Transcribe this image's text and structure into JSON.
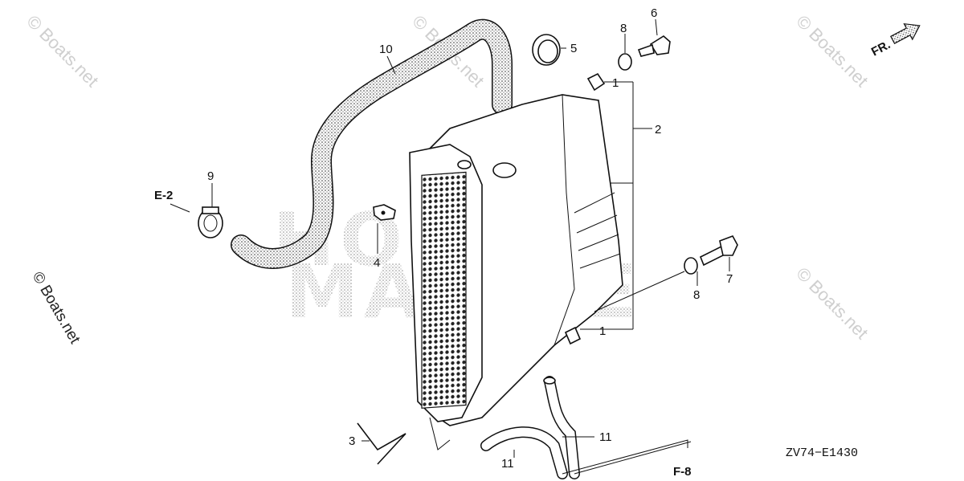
{
  "diagram": {
    "code": "ZV74−E1430",
    "orientation_label": "FR.",
    "references": [
      {
        "id": "e2",
        "label": "E-2"
      },
      {
        "id": "f8",
        "label": "F-8"
      }
    ],
    "callouts": [
      {
        "id": "c1a",
        "label": "1"
      },
      {
        "id": "c1b",
        "label": "1"
      },
      {
        "id": "c2",
        "label": "2"
      },
      {
        "id": "c3",
        "label": "3"
      },
      {
        "id": "c4",
        "label": "4"
      },
      {
        "id": "c5",
        "label": "5"
      },
      {
        "id": "c6",
        "label": "6"
      },
      {
        "id": "c7",
        "label": "7"
      },
      {
        "id": "c8a",
        "label": "8"
      },
      {
        "id": "c8b",
        "label": "8"
      },
      {
        "id": "c9",
        "label": "9"
      },
      {
        "id": "c10",
        "label": "10"
      },
      {
        "id": "c11a",
        "label": "11"
      },
      {
        "id": "c11b",
        "label": "11"
      }
    ]
  },
  "watermarks": {
    "site": "© Boats.net",
    "brand_line1": "HONDA",
    "brand_line2": "MARINE"
  }
}
